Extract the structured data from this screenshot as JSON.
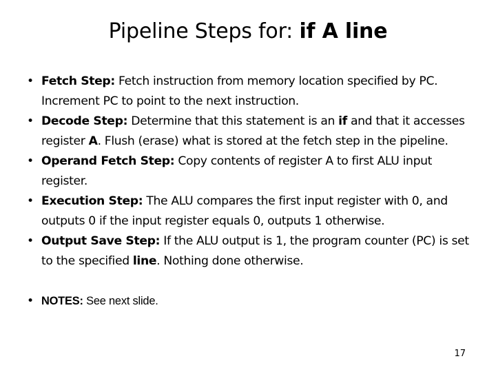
{
  "slide": {
    "title_prefix": "Pipeline Steps for: ",
    "title_emphasis": "if A line",
    "bullet_glyph": "•",
    "page_number": "17",
    "background_color": "#ffffff",
    "text_color": "#000000"
  },
  "bullets": [
    {
      "marker": "•",
      "lead": "Fetch Step:",
      "text_1": " Fetch instruction from memory location specified by PC. Increment PC to point to the next instruction.",
      "em_1": "",
      "text_2": "",
      "em_2": "",
      "text_3": ""
    },
    {
      "marker": "•",
      "lead": "Decode Step:",
      "text_1": " Determine that this statement is an ",
      "em_1": "if",
      "text_2": " and that it accesses register ",
      "em_2": "A",
      "text_3": ". Flush (erase) what is stored at the fetch step in the pipeline."
    },
    {
      "marker": "•",
      "lead": "Operand Fetch Step:",
      "text_1": " Copy contents of register A to first ALU input register.",
      "em_1": "",
      "text_2": "",
      "em_2": "",
      "text_3": ""
    },
    {
      "marker": "•",
      "lead": "Execution Step:",
      "text_1": " The ALU compares the first input register with 0, and outputs 0 if the input register equals 0, outputs 1 otherwise.",
      "em_1": "",
      "text_2": "",
      "em_2": "",
      "text_3": ""
    },
    {
      "marker": "•",
      "lead": "Output Save Step:",
      "text_1": " If the ALU output is 1, the program counter (PC) is set to the specified ",
      "em_1": "line",
      "text_2": ". Nothing done otherwise.",
      "em_2": "",
      "text_3": ""
    }
  ],
  "notes_bullet": {
    "marker": "•",
    "lead": "NOTES:",
    "text_1": " See next slide."
  }
}
